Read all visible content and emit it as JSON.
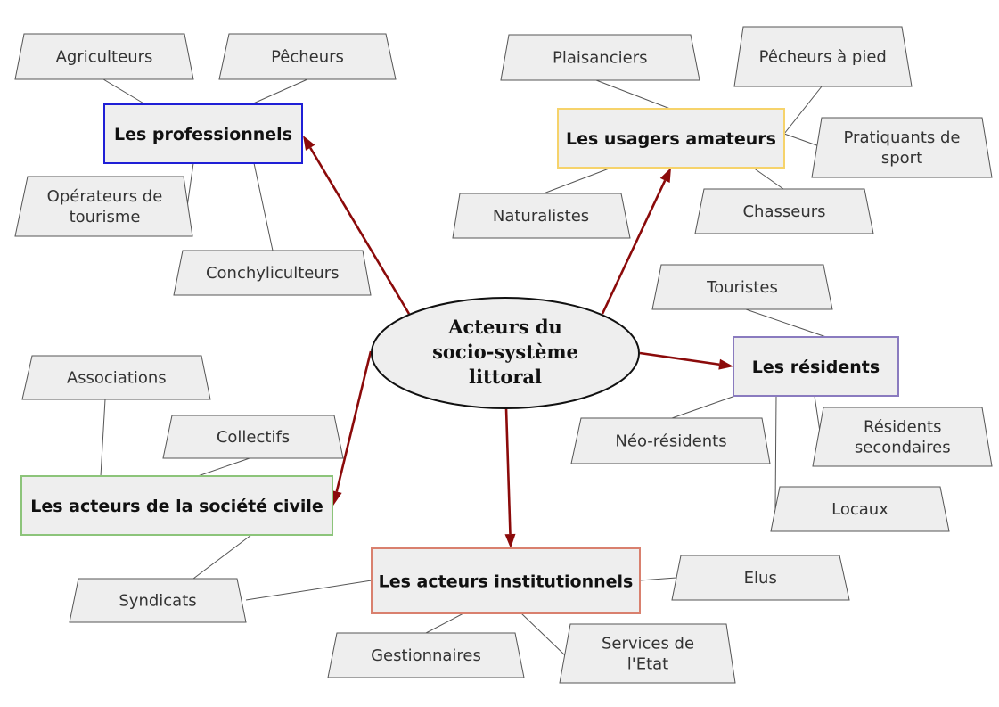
{
  "center": {
    "lines": [
      "Acteurs du",
      "socio-système",
      "littoral"
    ]
  },
  "colors": {
    "arrow": "#8b0a0a",
    "professionnels": "#1f1fd6",
    "usagers": "#f6d36b",
    "residents": "#8a7bbf",
    "societe_civile": "#8cc47a",
    "institutionnels": "#d9806e"
  },
  "categories": {
    "professionnels": {
      "label": "Les professionnels",
      "members": {
        "agriculteurs": [
          "Agriculteurs"
        ],
        "pecheurs": [
          "Pêcheurs"
        ],
        "operateurs": [
          "Opérateurs de",
          "tourisme"
        ],
        "conchyliculteurs": [
          "Conchyliculteurs"
        ]
      }
    },
    "usagers": {
      "label": "Les usagers amateurs",
      "members": {
        "plaisanciers": [
          "Plaisanciers"
        ],
        "pecheurs_pied": [
          "Pêcheurs à pied"
        ],
        "pratiquants": [
          "Pratiquants de",
          "sport"
        ],
        "chasseurs": [
          "Chasseurs"
        ],
        "naturalistes": [
          "Naturalistes"
        ]
      }
    },
    "residents": {
      "label": "Les résidents",
      "members": {
        "touristes": [
          "Touristes"
        ],
        "neo_residents": [
          "Néo-résidents"
        ],
        "residents_secondaires": [
          "Résidents",
          "secondaires"
        ],
        "locaux": [
          "Locaux"
        ]
      }
    },
    "societe_civile": {
      "label": "Les acteurs de la société civile",
      "members": {
        "associations": [
          "Associations"
        ],
        "collectifs": [
          "Collectifs"
        ],
        "syndicats": [
          "Syndicats"
        ]
      }
    },
    "institutionnels": {
      "label": "Les acteurs institutionnels",
      "members": {
        "elus": [
          "Elus"
        ],
        "gestionnaires": [
          "Gestionnaires"
        ],
        "services_etat": [
          "Services de",
          "l'Etat"
        ]
      }
    }
  }
}
